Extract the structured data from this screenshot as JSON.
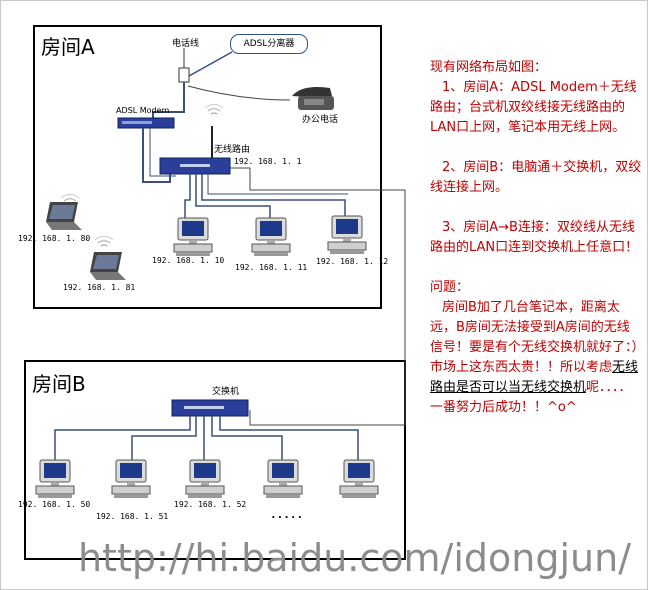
{
  "room_a": {
    "title": "房间A",
    "phone_line_label": "电话线",
    "splitter_label": "ADSL分离器",
    "modem_label": "ADSL Modem",
    "office_phone_label": "办公电话",
    "router_label": "无线路由",
    "router_ip": "192. 168. 1. 1",
    "laptop_ips": [
      "192. 168. 1. 80",
      "192. 168. 1. 81"
    ],
    "desktop_ips": [
      "192. 168. 1. 10",
      "192. 168. 1. 11",
      "192. 168. 1. 12"
    ]
  },
  "room_b": {
    "title": "房间B",
    "switch_label": "交换机",
    "desktop_ips": [
      "192. 168. 1. 50",
      "192. 168. 1. 51",
      "192. 168. 1. 52"
    ],
    "more_marker": "....."
  },
  "notes": {
    "title": "现有网络布局如图：",
    "item1": "1、房间A：ADSL Modem＋无线路由；台式机双绞线接无线路由的LAN口上网，笔记本用无线上网。",
    "item2": "2、房间B：电脑通＋交换机，双绞线连接上网。",
    "item3": "3、房间A→B连接：双绞线从无线路由的LAN口连到交换机上任意口！",
    "question_title": "问题：",
    "question_part1": "房间B加了几台笔记本，距离太远，B房间无法接受到A房间的无线信号！要是有个无线交换机就好了：）市场上这东西太贵！！所以考虑",
    "question_underlined": "无线路由是否可以当无线交换机",
    "question_part2": "呢．．．．一番努力后成功！！^o^"
  },
  "watermark": "http://hi.baidu.com/idongjun/",
  "colors": {
    "note_text": "#c00000",
    "device_blue": "#2b3f9a",
    "wire": "#3a4f7a"
  }
}
